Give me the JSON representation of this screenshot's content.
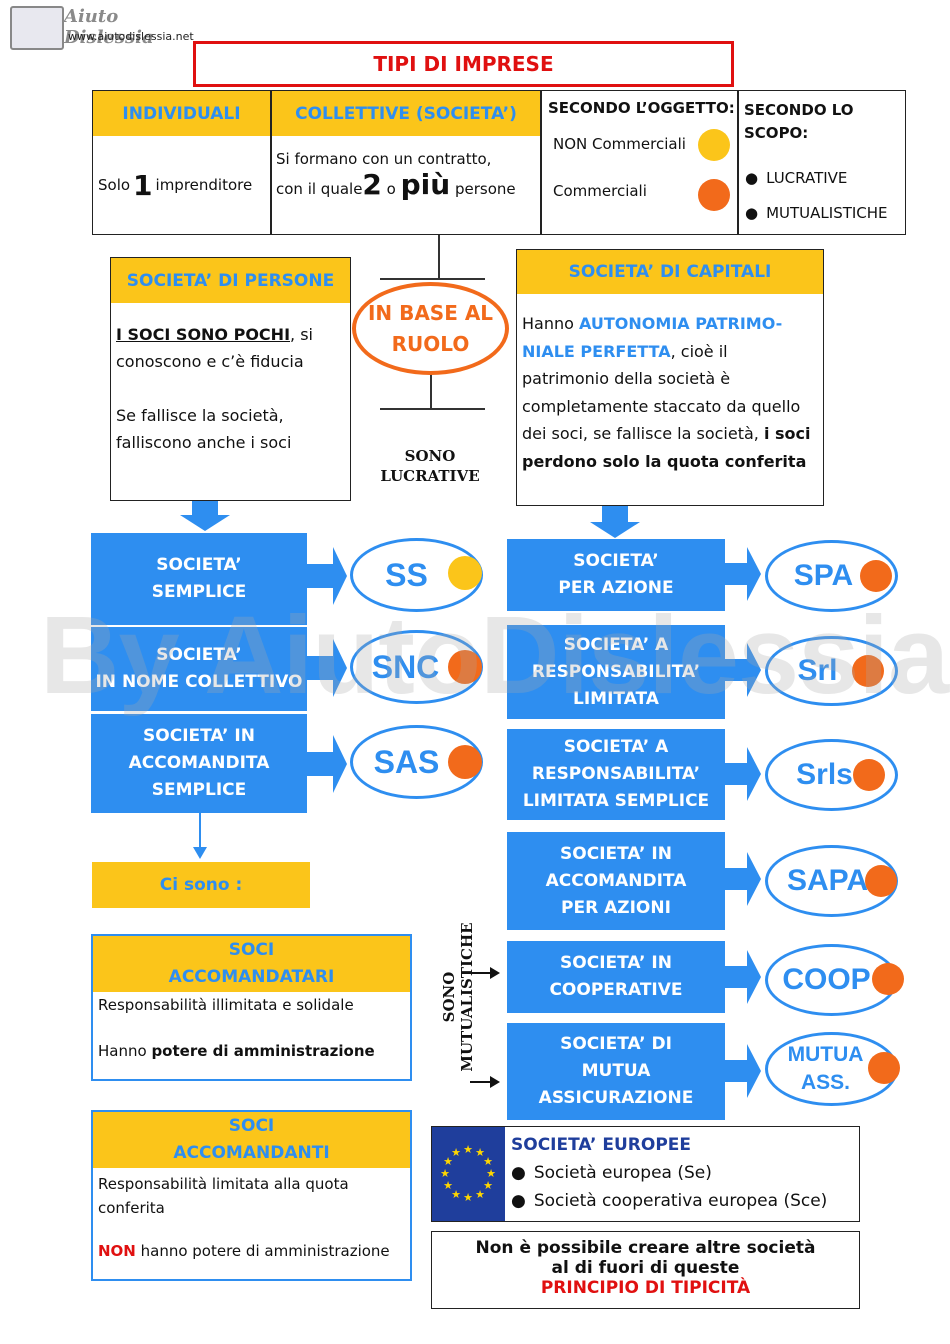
{
  "logo": {
    "name": "Aiuto Dislessia",
    "url": "www.aiutodislessia.net"
  },
  "watermark": "By AiutoDislessia.net",
  "title": "TIPI DI IMPRESE",
  "top_table": {
    "individuali": {
      "header": "INDIVIDUALI",
      "pre": "Solo ",
      "num": "1",
      "post": " imprenditore"
    },
    "collettive": {
      "header": "COLLETTIVE (SOCIETA’)",
      "line1": "Si formano con un contratto,",
      "pre": "con il quale ",
      "num": "2",
      "mid": " o ",
      "bold": "più",
      "post": " persone"
    },
    "oggetto": {
      "header": "SECONDO L’OGGETTO:",
      "items": [
        "NON Commerciali",
        "Commerciali"
      ]
    },
    "scopo": {
      "header": "SECONDO LO SCOPO:",
      "items": [
        "LUCRATIVE",
        "MUTUALISTICHE"
      ]
    }
  },
  "persone": {
    "header": "SOCIETA’ DI PERSONE",
    "underlined": "I SOCI SONO POCHI",
    "rest": ",  si conoscono  e c’è fiducia",
    "p2": "Se fallisce la società, falliscono anche i soci"
  },
  "ruolo": {
    "label1": "IN BASE AL",
    "label2": "RUOLO",
    "sono": "SONO",
    "lucrative": "LUCRATIVE"
  },
  "capitali": {
    "header": "SOCIETA’ DI CAPITALI",
    "t1": "Hanno ",
    "b1": "AUTONOMIA PATRIMO-NIALE PERFETTA",
    "t2": ", cioè il patrimonio della società è completamente staccato da quello dei soci, se fallisce la società, ",
    "b2": "i soci perdono solo la quota conferita"
  },
  "left_boxes": [
    {
      "label": "SOCIETA’\nSEMPLICE",
      "abbr": "SS",
      "dot": "yellow"
    },
    {
      "label": "SOCIETA’\nIN NOME COLLETTIVO",
      "abbr": "SNC",
      "dot": "orange"
    },
    {
      "label": "SOCIETA’ IN\nACCOMANDITA\nSEMPLICE",
      "abbr": "SAS",
      "dot": "orange"
    }
  ],
  "right_boxes": [
    {
      "label": "SOCIETA’\nPER AZIONE",
      "abbr": "SPA",
      "dot": "orange"
    },
    {
      "label": "SOCIETA’ A\nRESPONSABILITA’\nLIMITATA",
      "abbr": "Srl",
      "dot": "orange"
    },
    {
      "label": "SOCIETA’ A\nRESPONSABILITA’\nLIMITATA SEMPLICE",
      "abbr": "Srls",
      "dot": "orange"
    },
    {
      "label": "SOCIETA’ IN\nACCOMANDITA\nPER AZIONI",
      "abbr": "SAPA",
      "dot": "orange"
    },
    {
      "label": "SOCIETA’ IN\nCOOPERATIVE",
      "abbr": "COOP",
      "dot": "orange"
    },
    {
      "label": "SOCIETA’ DI\nMUTUA\nASSICURAZIONE",
      "abbr": "MUTUA\nASS.",
      "dot": "orange"
    }
  ],
  "ci_sono": "Ci sono :",
  "accomandatari": {
    "header": "SOCI\nACCOMANDATARI",
    "l1": "Responsabilità illimitata e solidale",
    "l2a": "Hanno ",
    "l2b": "potere di amministrazione"
  },
  "accomandanti": {
    "header": "SOCI\nACCOMANDANTI",
    "l1": "Responsabilità limitata alla quota conferita",
    "l2a": "NON",
    "l2b": " hanno potere di amministrazione"
  },
  "mutualistiche_label": "SONO MUTUALISTICHE",
  "europee": {
    "header": "SOCIETA’ EUROPEE",
    "items": [
      "Società europea (Se)",
      "Società cooperativa europea  (Sce)"
    ]
  },
  "footer": {
    "l1": "Non è possibile creare altre società",
    "l2": "al di fuori di queste",
    "l3": "PRINCIPIO DI TIPICITÀ"
  },
  "colors": {
    "blue": "#2e8ef0",
    "yellow": "#fbc51a",
    "orange": "#f26a1b",
    "red": "#e01010"
  }
}
